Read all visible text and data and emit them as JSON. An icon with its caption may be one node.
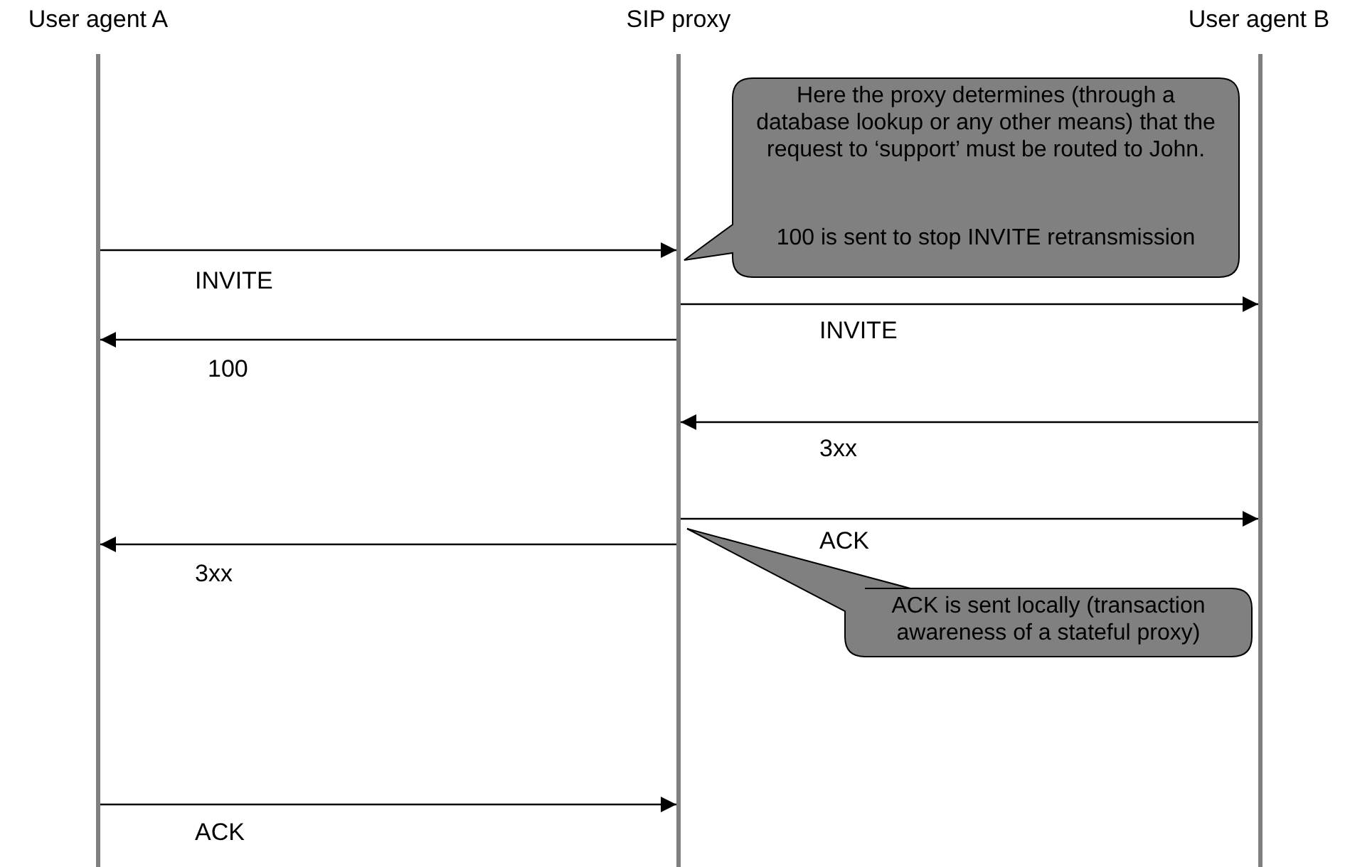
{
  "diagram": {
    "nodes": [
      {
        "text": [
          "User agent A"
        ]
      },
      {
        "text": [
          "SIP proxy"
        ]
      },
      {
        "text": [
          "User agent B"
        ]
      },
      {
        "text": [
          "Here the proxy determines (through a database lookup or any other means) that the request to ‘support’ must be routed to John.",
          "100 is sent to stop INVITE retransmission"
        ]
      },
      {
        "text": [
          "ACK is sent locally (transaction awareness of a stateful proxy)"
        ]
      }
    ],
    "edges": [
      {
        "from": 0,
        "to": 1,
        "arrow": "to",
        "label": "INVITE"
      },
      {
        "from": 1,
        "to": 2,
        "arrow": "to",
        "label": "INVITE"
      },
      {
        "from": 1,
        "to": 0,
        "arrow": "to",
        "label": "100"
      },
      {
        "from": 2,
        "to": 1,
        "arrow": "to",
        "label": "3xx"
      },
      {
        "from": 1,
        "to": 2,
        "arrow": "to",
        "label": "ACK"
      },
      {
        "from": 1,
        "to": 0,
        "arrow": "to",
        "label": "3xx"
      },
      {
        "from": 0,
        "to": 1,
        "arrow": "to",
        "label": "ACK"
      }
    ]
  }
}
